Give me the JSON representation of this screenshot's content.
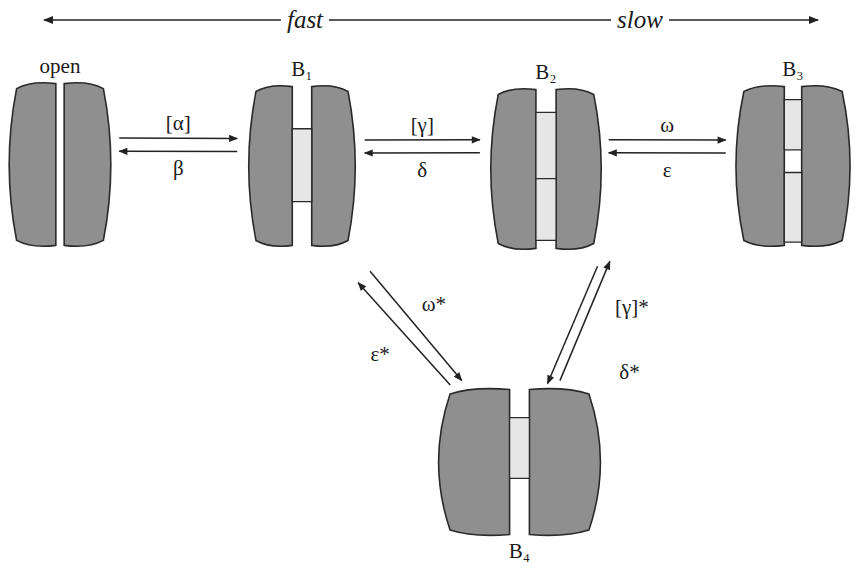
{
  "diagram": {
    "nodes": [
      {
        "text": [
          "open"
        ]
      },
      {
        "text": [
          "B₁"
        ]
      },
      {
        "text": [
          "B₂"
        ]
      },
      {
        "text": [
          "B₃"
        ]
      },
      {
        "text": [
          "B₄"
        ]
      }
    ],
    "edges": [
      {
        "from": 0,
        "to": 1,
        "label": "[α]",
        "arrow": "to"
      },
      {
        "from": 1,
        "to": 0,
        "label": "β",
        "arrow": "to"
      },
      {
        "from": 1,
        "to": 2,
        "label": "[γ]",
        "arrow": "to"
      },
      {
        "from": 2,
        "to": 1,
        "label": "δ",
        "arrow": "to"
      },
      {
        "from": 2,
        "to": 3,
        "label": "ω",
        "arrow": "to"
      },
      {
        "from": 3,
        "to": 2,
        "label": "ε",
        "arrow": "to"
      },
      {
        "from": 1,
        "to": 4,
        "label": "ω*",
        "arrow": "to"
      },
      {
        "from": 4,
        "to": 1,
        "label": "ε*",
        "arrow": "to"
      },
      {
        "from": 4,
        "to": 2,
        "label": "[γ]*",
        "arrow": "to"
      },
      {
        "from": 2,
        "to": 4,
        "label": "δ*",
        "arrow": "to"
      }
    ],
    "labels": [
      "fast",
      "slow"
    ]
  }
}
